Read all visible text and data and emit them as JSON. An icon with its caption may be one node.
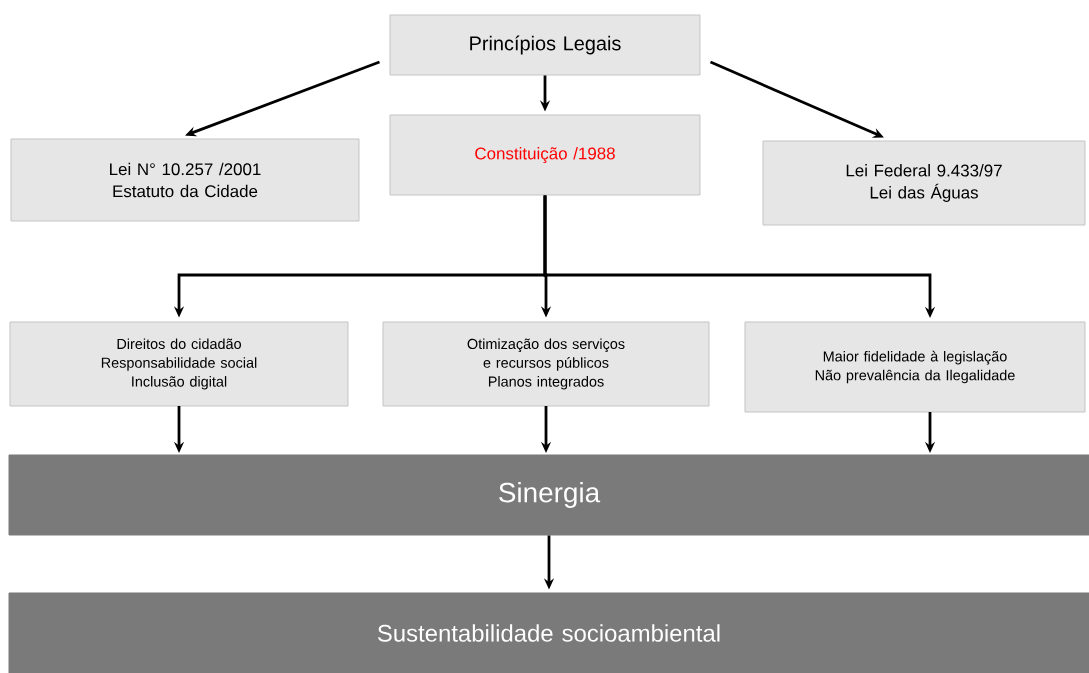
{
  "diagram": {
    "nodes": [
      {
        "text": [
          "Princípios Legais"
        ]
      },
      {
        "text": [
          "Lei  N° 10.257 /2001",
          "Estatuto da Cidade"
        ]
      },
      {
        "text": [
          "Constituição /1988"
        ]
      },
      {
        "text": [
          "Lei Federal 9.433/97",
          "Lei das Águas"
        ]
      },
      {
        "text": [
          "Direitos do cidadão",
          "Responsabilidade social",
          "Inclusão digital"
        ]
      },
      {
        "text": [
          "Otimização dos serviços e recursos públicos",
          "Planos integrados"
        ]
      },
      {
        "text": [
          "Maior fidelidade à legislação",
          "Não prevalência da Ilegalidade"
        ]
      },
      {
        "text": [
          "Sinergia"
        ]
      },
      {
        "text": [
          "Sustentabilidade socioambiental"
        ]
      }
    ],
    "edges": [
      {
        "from": 0,
        "to": 1,
        "arrow": "to"
      },
      {
        "from": 0,
        "to": 2,
        "arrow": "to"
      },
      {
        "from": 0,
        "to": 3,
        "arrow": "to"
      },
      {
        "from": 2,
        "to": 4,
        "arrow": "to"
      },
      {
        "from": 2,
        "to": 5,
        "arrow": "to"
      },
      {
        "from": 2,
        "to": 6,
        "arrow": "to"
      },
      {
        "from": 4,
        "to": 7,
        "arrow": "to"
      },
      {
        "from": 5,
        "to": 7,
        "arrow": "to"
      },
      {
        "from": 6,
        "to": 7,
        "arrow": "to"
      },
      {
        "from": 7,
        "to": 8,
        "arrow": "to"
      }
    ]
  }
}
